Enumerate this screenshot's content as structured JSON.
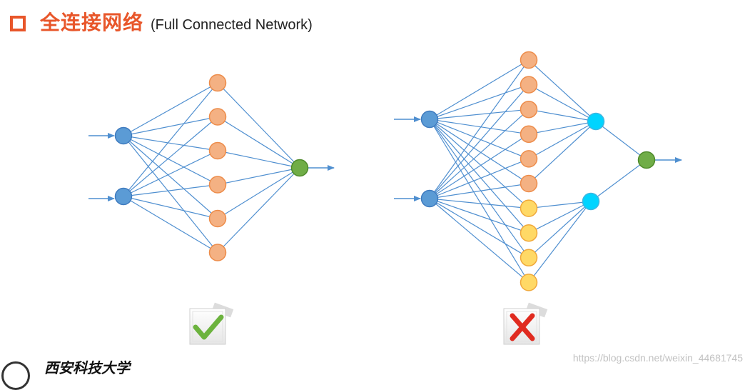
{
  "title": {
    "main": "全连接网络",
    "sub": "(Full Connected Network)"
  },
  "diagrams": [
    {
      "name": "valid-network",
      "verdict": "correct",
      "input_count": 2,
      "hidden_count": 6,
      "output_count": 1
    },
    {
      "name": "invalid-network",
      "verdict": "incorrect",
      "input_count": 2,
      "hidden1_groups": [
        6,
        4
      ],
      "hidden2_count": 2,
      "output_count": 1
    }
  ],
  "colors": {
    "accent": "#e8562a",
    "edge": "#4f8fd0",
    "input_node": "#5b9bd5",
    "hidden_node_orange": "#f4b183",
    "hidden_node_yellow": "#ffd966",
    "hidden_node_cyan": "#00d4ff",
    "output_node": "#70ad47",
    "check": "#6cb33e",
    "cross": "#e02b20"
  },
  "icons": {
    "correct": "check-mark-icon",
    "incorrect": "cross-mark-icon"
  },
  "footer": {
    "university_name": "西安科技大学",
    "watermark": "https://blog.csdn.net/weixin_44681745"
  }
}
